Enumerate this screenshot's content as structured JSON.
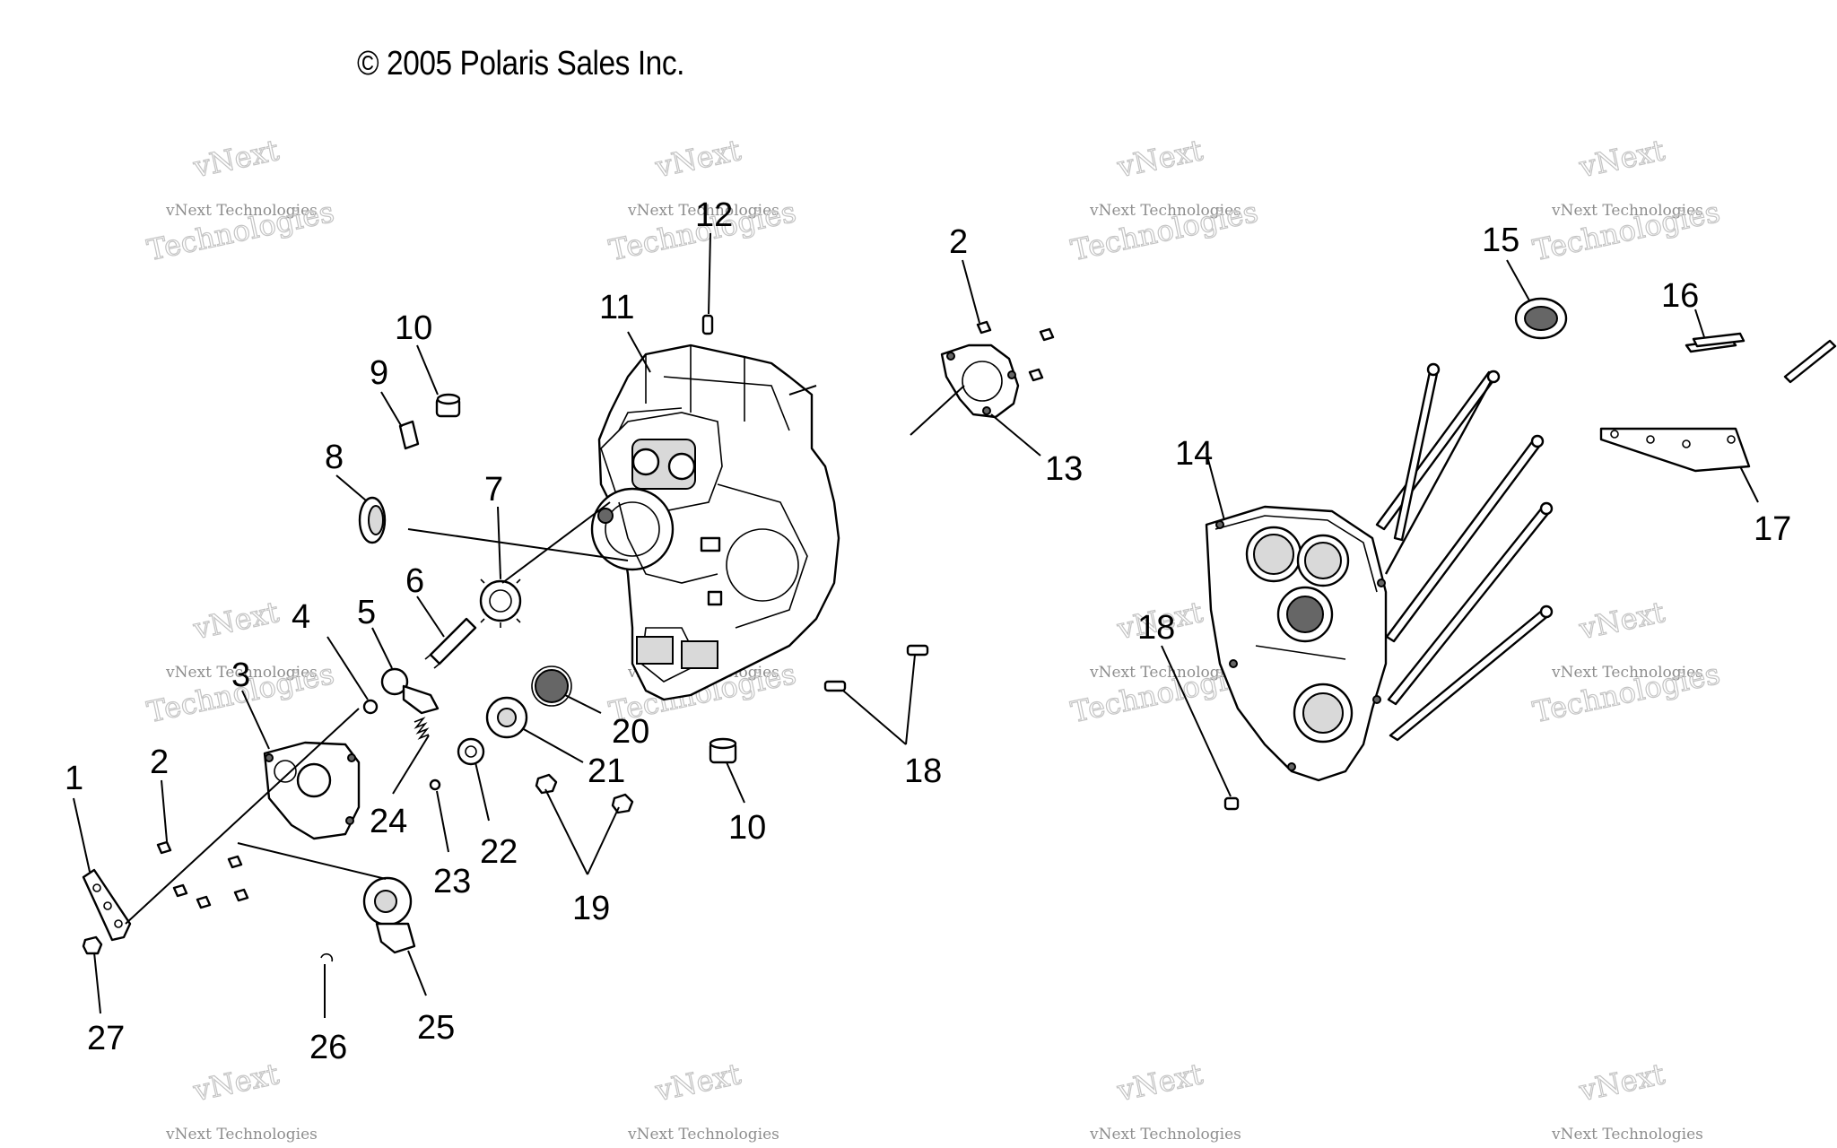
{
  "copyright": "© 2005 Polaris Sales Inc.",
  "watermark": {
    "line1": "vNext Technologies",
    "line2": "vNext",
    "line3": "Technologies"
  },
  "callouts": [
    "1",
    "2",
    "3",
    "4",
    "5",
    "6",
    "7",
    "8",
    "9",
    "10",
    "11",
    "12",
    "2",
    "13",
    "14",
    "15",
    "16",
    "17",
    "18",
    "18",
    "10",
    "19",
    "20",
    "21",
    "22",
    "23",
    "24",
    "25",
    "26",
    "27"
  ]
}
